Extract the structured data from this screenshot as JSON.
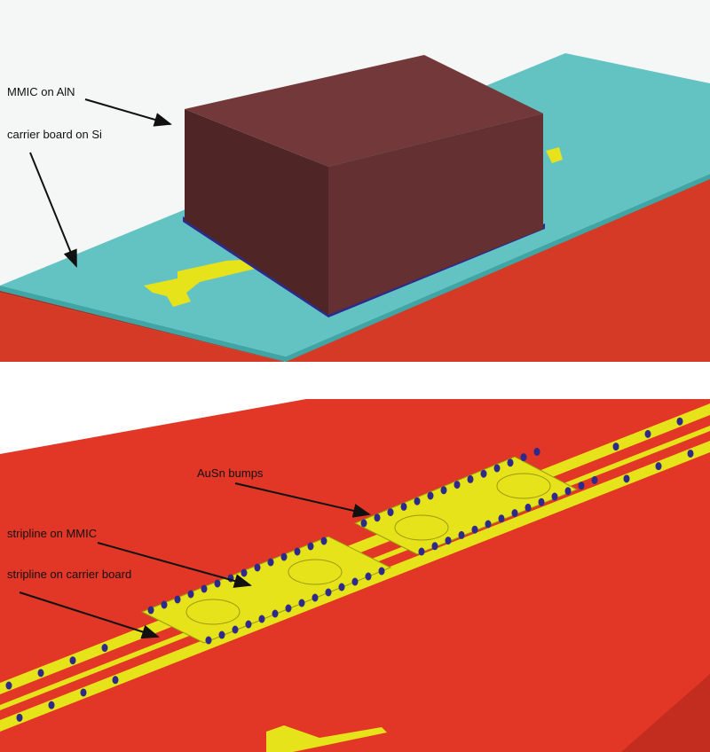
{
  "top_panel": {
    "labels": {
      "mmic": "MMIC on AlN",
      "carrier": "carrier board on Si"
    }
  },
  "bottom_panel": {
    "labels": {
      "bumps": "AuSn bumps",
      "stripline_mmic": "stripline on MMIC",
      "stripline_carrier": "stripline on carrier board"
    }
  },
  "colors": {
    "carrier_top": "#63c3c2",
    "substrate": "#d43a26",
    "mmic_top": "#733839",
    "mmic_left": "#4f2526",
    "mmic_right": "#653032",
    "stripline": "#e6e31a",
    "bump": "#2e2a8c"
  }
}
